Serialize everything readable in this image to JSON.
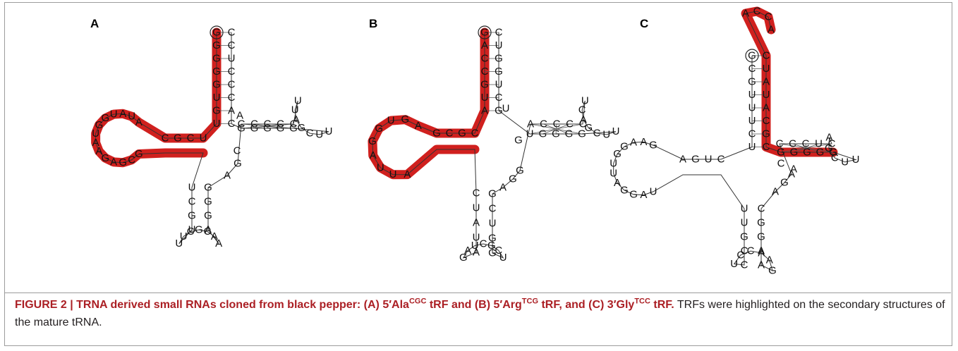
{
  "panels": [
    {
      "label": "A",
      "highlight": "5' fragment",
      "acceptor_stem": {
        "strand_5p": [
          "G",
          "G",
          "G",
          "G",
          "G",
          "U",
          "G",
          "U"
        ],
        "strand_3p": [
          "C",
          "C",
          "U",
          "C",
          "C",
          "C",
          "A",
          "C"
        ]
      },
      "d_arm": {
        "stem": [
          "U",
          "C",
          "G",
          "C"
        ],
        "loop": [
          "A",
          "U",
          "A",
          "U",
          "G",
          "G",
          "U",
          "A",
          "A",
          "G",
          "A",
          "G",
          "C",
          "G"
        ]
      },
      "anticodon_arm": {
        "stem_5p": [
          "U",
          "C",
          "G",
          "U"
        ],
        "loop": [
          "U",
          "U",
          "C",
          "G",
          "C",
          "A",
          "A"
        ],
        "stem_3p": [
          "A",
          "G",
          "G",
          "G"
        ],
        "variable": [
          "A",
          "G"
        ]
      },
      "t_arm": {
        "stem_5p": [
          "C",
          "C",
          "C",
          "C",
          "C"
        ],
        "loop": [
          "U",
          "U",
          "A",
          "G",
          "C",
          "U",
          "U"
        ],
        "stem_3p": [
          "G",
          "G",
          "G",
          "G",
          "G"
        ],
        "extra": [
          "A",
          "C"
        ]
      }
    },
    {
      "label": "B",
      "highlight": "5' fragment",
      "acceptor_stem": {
        "strand_5p": [
          "G",
          "A",
          "C",
          "C",
          "G",
          "U",
          "A"
        ],
        "strand_3p": [
          "C",
          "U",
          "G",
          "G",
          "U",
          "C",
          "G"
        ]
      },
      "d_arm": {
        "stem": [
          "C",
          "G",
          "C",
          "G"
        ],
        "loop": [
          "A",
          "G",
          "U",
          "G",
          "G",
          "A",
          "U",
          "U",
          "A"
        ]
      },
      "anticodon_arm": {
        "stem_5p": [
          "C",
          "U",
          "A",
          "U",
          "A"
        ],
        "loop": [
          "G",
          "A",
          "U",
          "C",
          "G",
          "C",
          "U"
        ],
        "stem_3p": [
          "G",
          "G",
          "U",
          "C",
          "G"
        ],
        "variable": [
          "A",
          "G",
          "G"
        ]
      },
      "t_arm": {
        "stem_5p": [
          "A",
          "C",
          "C",
          "C",
          "C"
        ],
        "loop": [
          "U",
          "C",
          "A",
          "G",
          "C",
          "U",
          "U"
        ],
        "stem_3p": [
          "G",
          "G",
          "G",
          "G",
          "U"
        ],
        "extra": [
          "U",
          "G"
        ]
      }
    },
    {
      "label": "C",
      "highlight": "3' fragment",
      "acceptor_stem": {
        "strand_5p": [
          "G",
          "C",
          "G",
          "U",
          "U",
          "U",
          "C",
          "U"
        ],
        "strand_3p": [
          "C",
          "U",
          "A",
          "U",
          "A",
          "C",
          "G",
          "C"
        ]
      },
      "tail": [
        "A",
        "C",
        "C",
        "A"
      ],
      "d_arm": {
        "stem": [
          "C",
          "U",
          "G",
          "A"
        ],
        "loop": [
          "G",
          "A",
          "A",
          "G",
          "G",
          "U",
          "U",
          "A",
          "G",
          "G",
          "A",
          "U"
        ]
      },
      "anticodon_arm": {
        "stem_5p": [
          "U",
          "U",
          "G",
          "C",
          "C"
        ],
        "loop": [
          "U",
          "C",
          "C",
          "A",
          "A",
          "G"
        ],
        "stem_3p": [
          "A",
          "A",
          "G",
          "G",
          "C"
        ],
        "variable": [
          "A",
          "G",
          "A"
        ]
      },
      "t_arm": {
        "stem_5p": [
          "C",
          "C",
          "C",
          "U",
          "C"
        ],
        "loop": [
          "A",
          "G",
          "C",
          "U",
          "U"
        ],
        "stem_3p": [
          "G",
          "G",
          "G",
          "G",
          "G"
        ],
        "extra": [
          "C",
          "A"
        ]
      }
    }
  ],
  "caption": {
    "figure_label": "FIGURE 2 | ",
    "title_part1": "TRNA derived small RNAs cloned from black pepper: (A) 5′Ala",
    "sup1": "CGC",
    "title_part2": " tRF and (B) 5′Arg",
    "sup2": "TCG",
    "title_part3": " tRF, and (C) 3′Gly",
    "sup3": "TCC",
    "title_part4": " tRF.",
    "body": " TRFs were highlighted on the secondary structures of the mature tRNA."
  },
  "colors": {
    "highlight": "#d0201e",
    "caption_bold": "#ab1f24",
    "frame": "#9c9c9c"
  }
}
